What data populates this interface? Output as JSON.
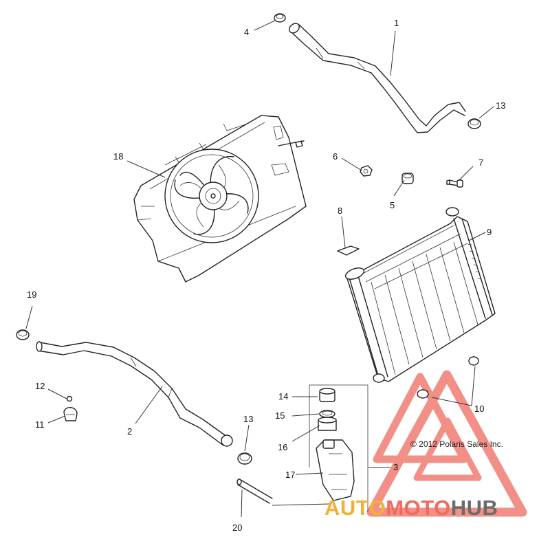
{
  "diagram": {
    "labels": [
      {
        "id": "1",
        "text": "1"
      },
      {
        "id": "2",
        "text": "2"
      },
      {
        "id": "3",
        "text": "3"
      },
      {
        "id": "4",
        "text": "4"
      },
      {
        "id": "5",
        "text": "5"
      },
      {
        "id": "6",
        "text": "6"
      },
      {
        "id": "7",
        "text": "7"
      },
      {
        "id": "8",
        "text": "8"
      },
      {
        "id": "9",
        "text": "9"
      },
      {
        "id": "10",
        "text": "10"
      },
      {
        "id": "11",
        "text": "11"
      },
      {
        "id": "12",
        "text": "12"
      },
      {
        "id": "13a",
        "text": "13"
      },
      {
        "id": "13b",
        "text": "13"
      },
      {
        "id": "14",
        "text": "14"
      },
      {
        "id": "15",
        "text": "15"
      },
      {
        "id": "16",
        "text": "16"
      },
      {
        "id": "17",
        "text": "17"
      },
      {
        "id": "18",
        "text": "18"
      },
      {
        "id": "19",
        "text": "19"
      },
      {
        "id": "20",
        "text": "20"
      }
    ],
    "copyright": "© 2012 Polaris Sales Inc."
  },
  "watermark": {
    "word_a": "AUTO",
    "word_b": "MOTO",
    "word_c": "HUB",
    "color_a": "#f2b134",
    "color_b": "#ef6b5d",
    "color_c": "#6b6b6b",
    "triangle_color": "#f07d73"
  }
}
